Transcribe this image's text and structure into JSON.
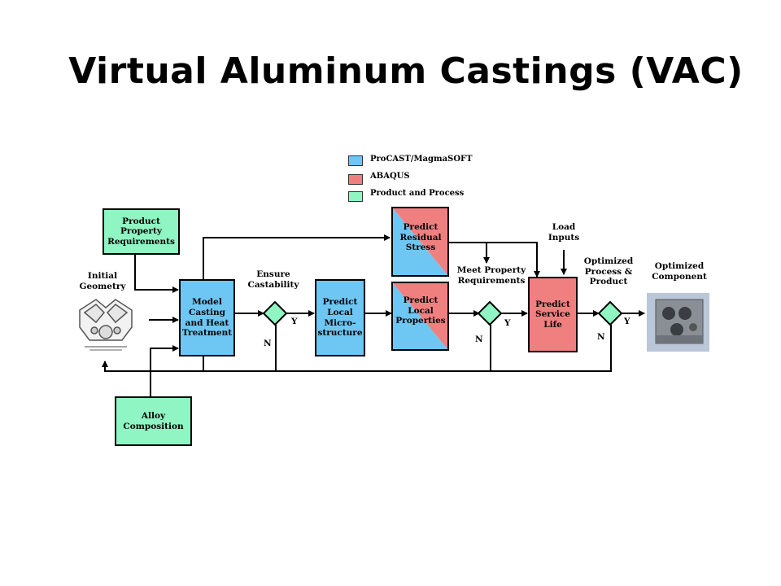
{
  "title": "Virtual Aluminum Castings (VAC)",
  "legend": [
    {
      "label": "ProCAST/MagmaSOFT",
      "color": "#6ec6f2"
    },
    {
      "label": "ABAQUS",
      "color": "#f08080"
    },
    {
      "label": "Product and Process",
      "color": "#8ff5c2"
    }
  ],
  "colors": {
    "blue": "#6ec6f2",
    "red": "#f08080",
    "green": "#8ff5c2"
  },
  "boxes": {
    "product_property": "Product Property Requirements",
    "alloy": "Alloy Composition",
    "model_casting": "Model Casting and Heat Treatment",
    "local_micro": "Predict Local Micro- structure",
    "residual_stress": "Predict Residual Stress",
    "local_properties": "Predict Local Properties",
    "service_life": "Predict Service Life"
  },
  "labels": {
    "initial_geometry": "Initial Geometry",
    "ensure_castability": "Ensure Castability",
    "meet_property": "Meet Property Requirements",
    "load_inputs": "Load Inputs",
    "optimized_process": "Optimized Process & Product",
    "optimized_component": "Optimized Component"
  },
  "decisions": {
    "yes": "Y",
    "no": "N"
  }
}
